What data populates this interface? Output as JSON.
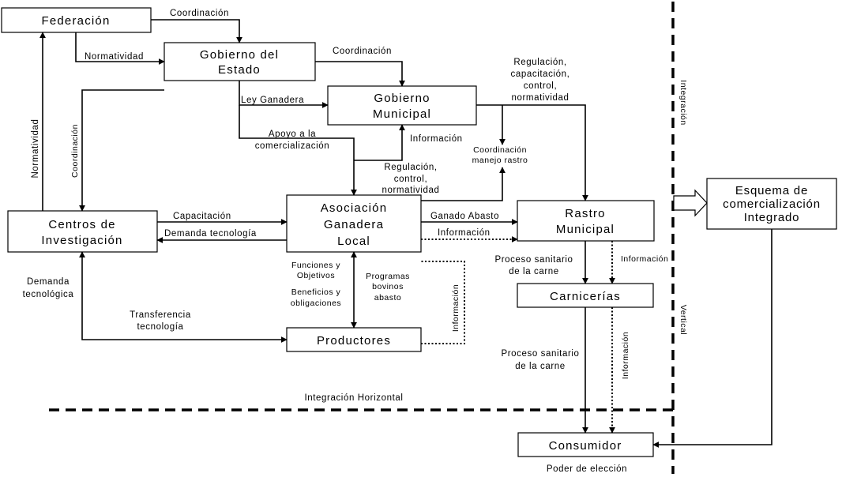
{
  "boxes": {
    "federacion": "Federación",
    "gobierno_estado": [
      "Gobierno del",
      "Estado"
    ],
    "gobierno_municipal": [
      "Gobierno",
      "Municipal"
    ],
    "asociacion": [
      "Asociación",
      "Ganadera",
      "Local"
    ],
    "centros": [
      "Centros de",
      "Investigación"
    ],
    "rastro": [
      "Rastro",
      "Municipal"
    ],
    "carnicerias": "Carnicerías",
    "productores": "Productores",
    "consumidor": "Consumidor",
    "esquema": [
      "Esquema de",
      "comercialización",
      "Integrado"
    ]
  },
  "labels": {
    "coordinacion_fed": "Coordinación",
    "normatividad_fed": "Normatividad",
    "coordinacion_est": "Coordinación",
    "regulacion_top": [
      "Regulación,",
      "capacitación,",
      "control,",
      "normatividad"
    ],
    "ley_ganadera": "Ley Ganadera",
    "apoyo": [
      "Apoyo a la",
      "comercialización"
    ],
    "informacion_gm": "Información",
    "coordinacion_rastro": [
      "Coordinación",
      "manejo rastro"
    ],
    "regulacion_mid": [
      "Regulación,",
      "control,",
      "normatividad"
    ],
    "normatividad_vert": "Normatividad",
    "coordinacion_vert": "Coordinación",
    "capacitacion": "Capacitación",
    "demanda_tec": "Demanda tecnología",
    "ganado_abasto": "Ganado Abasto",
    "informacion_ag": "Información",
    "proceso1": [
      "Proceso sanitario",
      "de la carne"
    ],
    "informacion_r": "Información",
    "funciones": [
      "Funciones y",
      "Objetivos"
    ],
    "programas": [
      "Programas",
      "bovinos",
      "abasto"
    ],
    "beneficios": [
      "Beneficios y",
      "obligaciones"
    ],
    "informacion_prod": "Información",
    "demanda_tecnologica": [
      "Demanda",
      "tecnológica"
    ],
    "transferencia": [
      "Transferencia",
      "tecnología"
    ],
    "proceso2": [
      "Proceso sanitario",
      "de la carne"
    ],
    "informacion_carn": "Información",
    "integracion_horizontal": "Integración Horizontal",
    "integracion_vert_top": "Integración",
    "integracion_vert_bottom": "Vertical",
    "poder": "Poder de elección"
  }
}
